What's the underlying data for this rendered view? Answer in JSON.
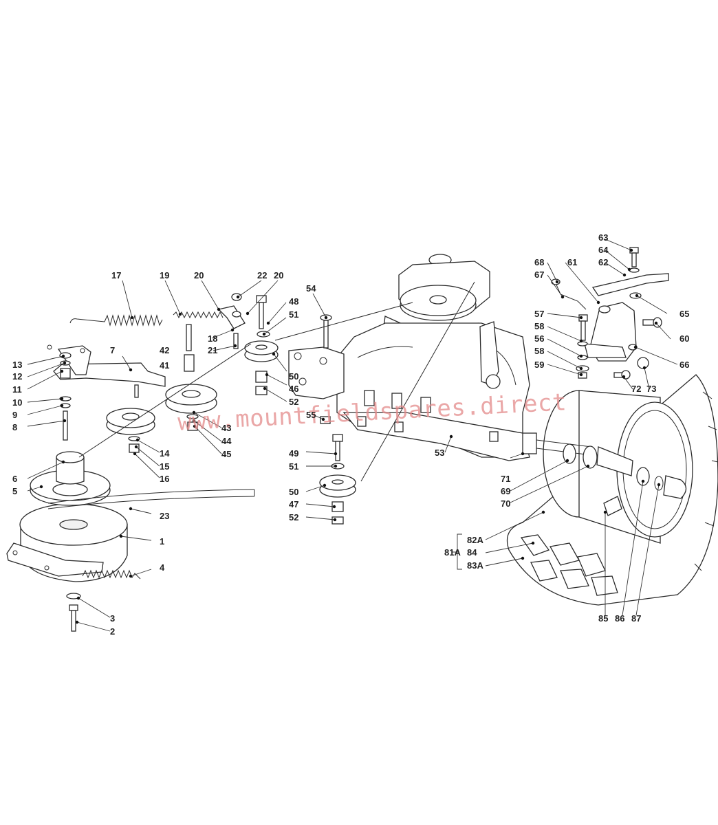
{
  "watermark": "www.mountfieldspares.direct",
  "callouts": [
    "1",
    "2",
    "3",
    "4",
    "5",
    "6",
    "7",
    "8",
    "9",
    "10",
    "11",
    "12",
    "13",
    "14",
    "15",
    "16",
    "17",
    "18",
    "19",
    "20",
    "20",
    "21",
    "22",
    "23",
    "41",
    "42",
    "43",
    "44",
    "45",
    "46",
    "47",
    "48",
    "49",
    "50",
    "50",
    "51",
    "51",
    "52",
    "52",
    "53",
    "54",
    "55",
    "56",
    "57",
    "58",
    "58",
    "59",
    "60",
    "61",
    "62",
    "63",
    "64",
    "65",
    "66",
    "67",
    "68",
    "69",
    "70",
    "71",
    "72",
    "73",
    "81A",
    "82A",
    "83A",
    "84",
    "85",
    "86",
    "87"
  ]
}
